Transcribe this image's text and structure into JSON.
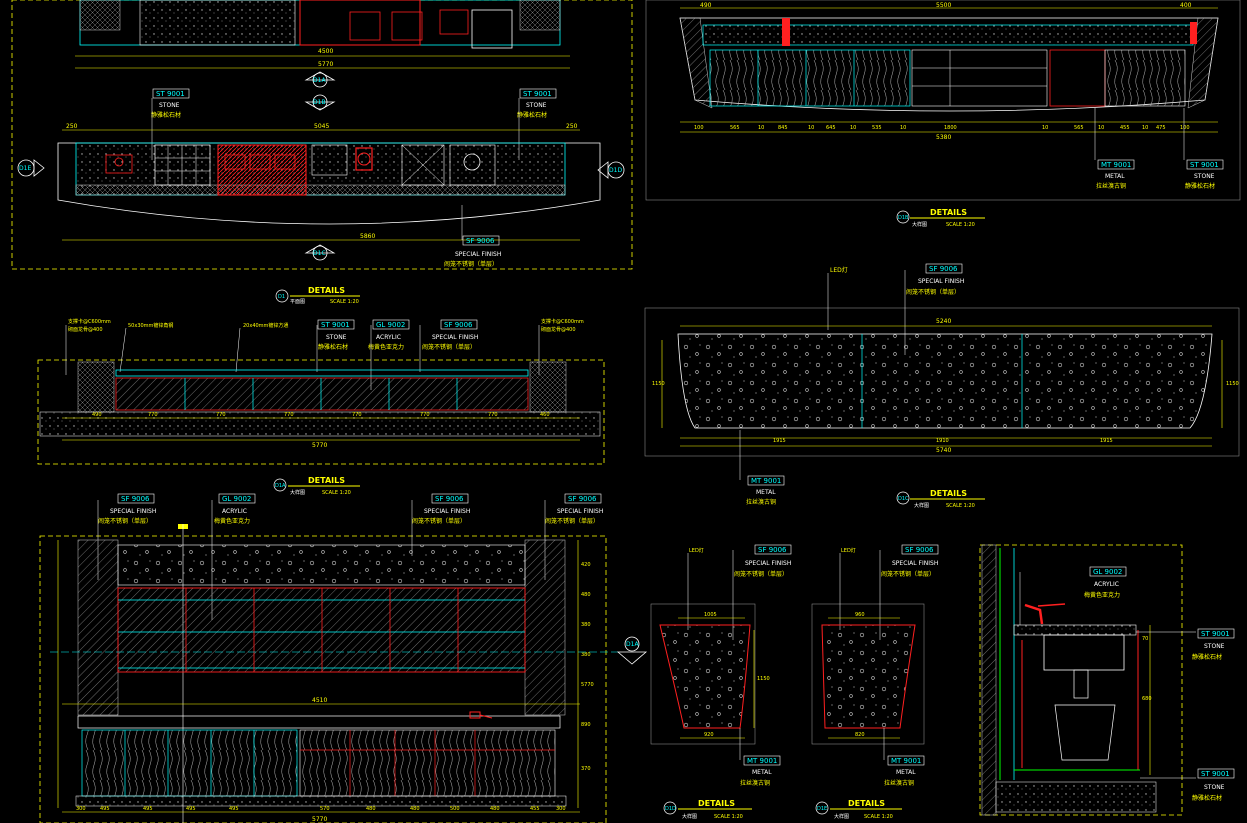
{
  "labels": {
    "st9001": "ST 9001",
    "stone": "STONE",
    "stone_cn": "静雅松石材",
    "gl9002": "GL 9002",
    "acrylic": "ACRYLIC",
    "acrylic_cn": "梅黄色亚克力",
    "sf9006": "SF 9006",
    "special_finish": "SPECIAL FINISH",
    "sf_cn": "闹笼不锈钢（单层）",
    "mt9001": "MT 9001",
    "metal": "METAL",
    "metal_cn": "拉丝溴古铜",
    "led": "LED灯"
  },
  "titles": {
    "details": "DETAILS",
    "scale": "SCALE 1:20",
    "plan_cn": "平面图",
    "detail_cn": "大样图"
  },
  "markers": {
    "d1a": "D1A",
    "d1b": "D1B",
    "d1c": "D1C",
    "d1d": "D1D",
    "d1e": "D1E",
    "d1": "D1"
  },
  "notes": {
    "keel_left_1": "支撑卡@C600mm",
    "keel_left_2": "砌面龙骨@400",
    "tube": "50x30mm镀锌角钢",
    "tube2": "20x40mm镀锌方通",
    "keel_right_1": "支撑卡@C600mm",
    "keel_right_2": "砌面龙骨@400"
  },
  "dims": {
    "plan_top": [
      "4500",
      "5770"
    ],
    "plan_mid": [
      "250",
      "5045",
      "250"
    ],
    "plan_bottom": "5860",
    "sec_b_top": [
      "490",
      "5500",
      "400"
    ],
    "sec_b_bottom": [
      "100",
      "565",
      "10",
      "845",
      "10",
      "645",
      "10",
      "535",
      "10",
      "1800",
      "10",
      "565",
      "10",
      "455",
      "10",
      "475",
      "100"
    ],
    "sec_b_total": "5380",
    "d1a_row": [
      "490",
      "770",
      "770",
      "770",
      "770",
      "770",
      "770",
      "460"
    ],
    "d1a_total": "5770",
    "d1c_top": "5240",
    "d1c_bottom": [
      "1915",
      "1910",
      "1915"
    ],
    "d1c_total": "5740",
    "d1c_side": [
      "1150",
      "1150"
    ],
    "elev_top": "4510",
    "elev_bottom": [
      "300",
      "495",
      "495",
      "495",
      "495",
      "570",
      "480",
      "480",
      "500",
      "480",
      "455",
      "300"
    ],
    "elev_total": "5770",
    "elev_right": [
      "420",
      "480",
      "380",
      "380",
      "5770",
      "890",
      "370"
    ],
    "small1_top": "1005",
    "small1_side": "1150",
    "small1_bottom": "920",
    "small2_top": "960",
    "small2_bottom": "820",
    "sink_side": [
      "70",
      "680"
    ]
  },
  "colors": {
    "bg": "#000000",
    "yellow": "#ffff00",
    "cyan": "#00ffff",
    "red": "#ff2020",
    "white": "#ffffff",
    "green": "#00ff00",
    "magenta": "#ff00ff",
    "blue": "#4060ff"
  }
}
